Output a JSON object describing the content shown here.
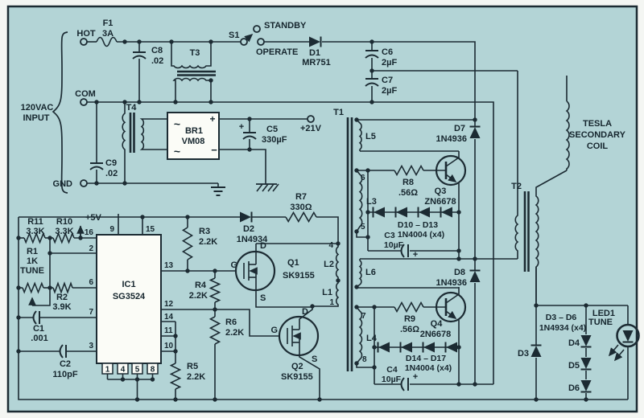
{
  "colors": {
    "background": "#b3d4d6",
    "ink": "#1c2b33",
    "paper": "#f4f6f3",
    "component_fill": "#fbfcf7"
  },
  "labels": {
    "hot": "HOT",
    "com": "COM",
    "gnd": "GND",
    "vac1": "120VAC",
    "vac2": "INPUT",
    "f1_ref": "F1",
    "f1_val": "3A",
    "c8_ref": "C8",
    "c8_val": ".02",
    "t3": "T3",
    "s1": "S1",
    "standby": "STANDBY",
    "operate": "OPERATE",
    "d1_ref": "D1",
    "d1_val": "MR751",
    "c6_ref": "C6",
    "c6_val": "2µF",
    "c7_ref": "C7",
    "c7_val": "2µF",
    "t4": "T4",
    "br1_ref": "BR1",
    "br1_val": "VM08",
    "br1_ac1": "~",
    "br1_ac2": "~",
    "br1_plus": "+",
    "br1_minus": "−",
    "c5_plus": "+",
    "c5_ref": "C5",
    "c5_val": "330µF",
    "v21": "+21V",
    "c9_ref": "C9",
    "c9_val": ".02",
    "v5": "+5V",
    "r11_ref": "R11",
    "r11_val": "3.3K",
    "r10_ref": "R10",
    "r10_val": "3.3K",
    "r1_ref": "R1",
    "r1_val": "1K",
    "r1_tune": "TUNE",
    "r2_ref": "R2",
    "r2_val": "3.9K",
    "c1_ref": "C1",
    "c1_val": ".001",
    "c2_ref": "C2",
    "c2_val": "110pF",
    "ic_ref": "IC1",
    "ic_val": "SG3524",
    "pin16": "16",
    "pin2": "2",
    "pin6": "6",
    "pin7": "7",
    "pin3": "3",
    "pin9": "9",
    "pin15": "15",
    "pin13": "13",
    "pin12": "12",
    "pin14": "14",
    "pin11": "11",
    "pin10": "10",
    "pinb1": "1",
    "pinb4": "4",
    "pinb5": "5",
    "pinb8": "8",
    "r3_ref": "R3",
    "r3_val": "2.2K",
    "d2_ref": "D2",
    "d2_val": "1N4934",
    "r7_ref": "R7",
    "r7_val": "330Ω",
    "r4_ref": "R4",
    "r4_val": "2.2K",
    "r6_ref": "R6",
    "r6_val": "2.2K",
    "r5_ref": "R5",
    "r5_val": "2.2K",
    "q1_g": "G",
    "q1_d": "D",
    "q1_s": "S",
    "q1_ref": "Q1",
    "q1_val": "SK9155",
    "q2_g": "G",
    "q2_d": "D",
    "q2_s": "S",
    "q2_ref": "Q2",
    "q2_val": "SK9155",
    "t1": "T1",
    "lp4": "4",
    "l2": "L2",
    "l1": "L1",
    "lp1": "1",
    "l5": "L5",
    "lp6": "6",
    "l3": "L3",
    "lp5": "5",
    "l6": "L6",
    "lp7": "7",
    "l4": "L4",
    "lp8": "8",
    "r8_ref": "R8",
    "r8_val": ".56Ω",
    "q3_ref": "Q3",
    "q3_val": "ZN6678",
    "d7_ref": "D7",
    "d7_val": "1N4936",
    "dc1_ref": "D10 – D13",
    "dc1_val": "1N4004 (x4)",
    "c3_ref": "C3",
    "c3_val": "10µF",
    "c3_plus": "+",
    "r9_ref": "R9",
    "r9_val": ".56Ω",
    "q4_ref": "Q4",
    "q4_val": "2N6678",
    "d8_ref": "D8",
    "d8_val": "1N4936",
    "dc2_ref": "D14 – D17",
    "dc2_val": "1N4004 (x4)",
    "c4_ref": "C4",
    "c4_val": "10µF",
    "c4_plus": "+",
    "t2": "T2",
    "tesla1": "TESLA",
    "tesla2": "SECONDARY",
    "tesla3": "COIL",
    "dc3_ref": "D3 – D6",
    "dc3_val": "1N4934 (x4)",
    "d3": "D3",
    "d4": "D4",
    "d5": "D5",
    "d6": "D6",
    "led_ref": "LED1",
    "led_tune": "TUNE"
  }
}
